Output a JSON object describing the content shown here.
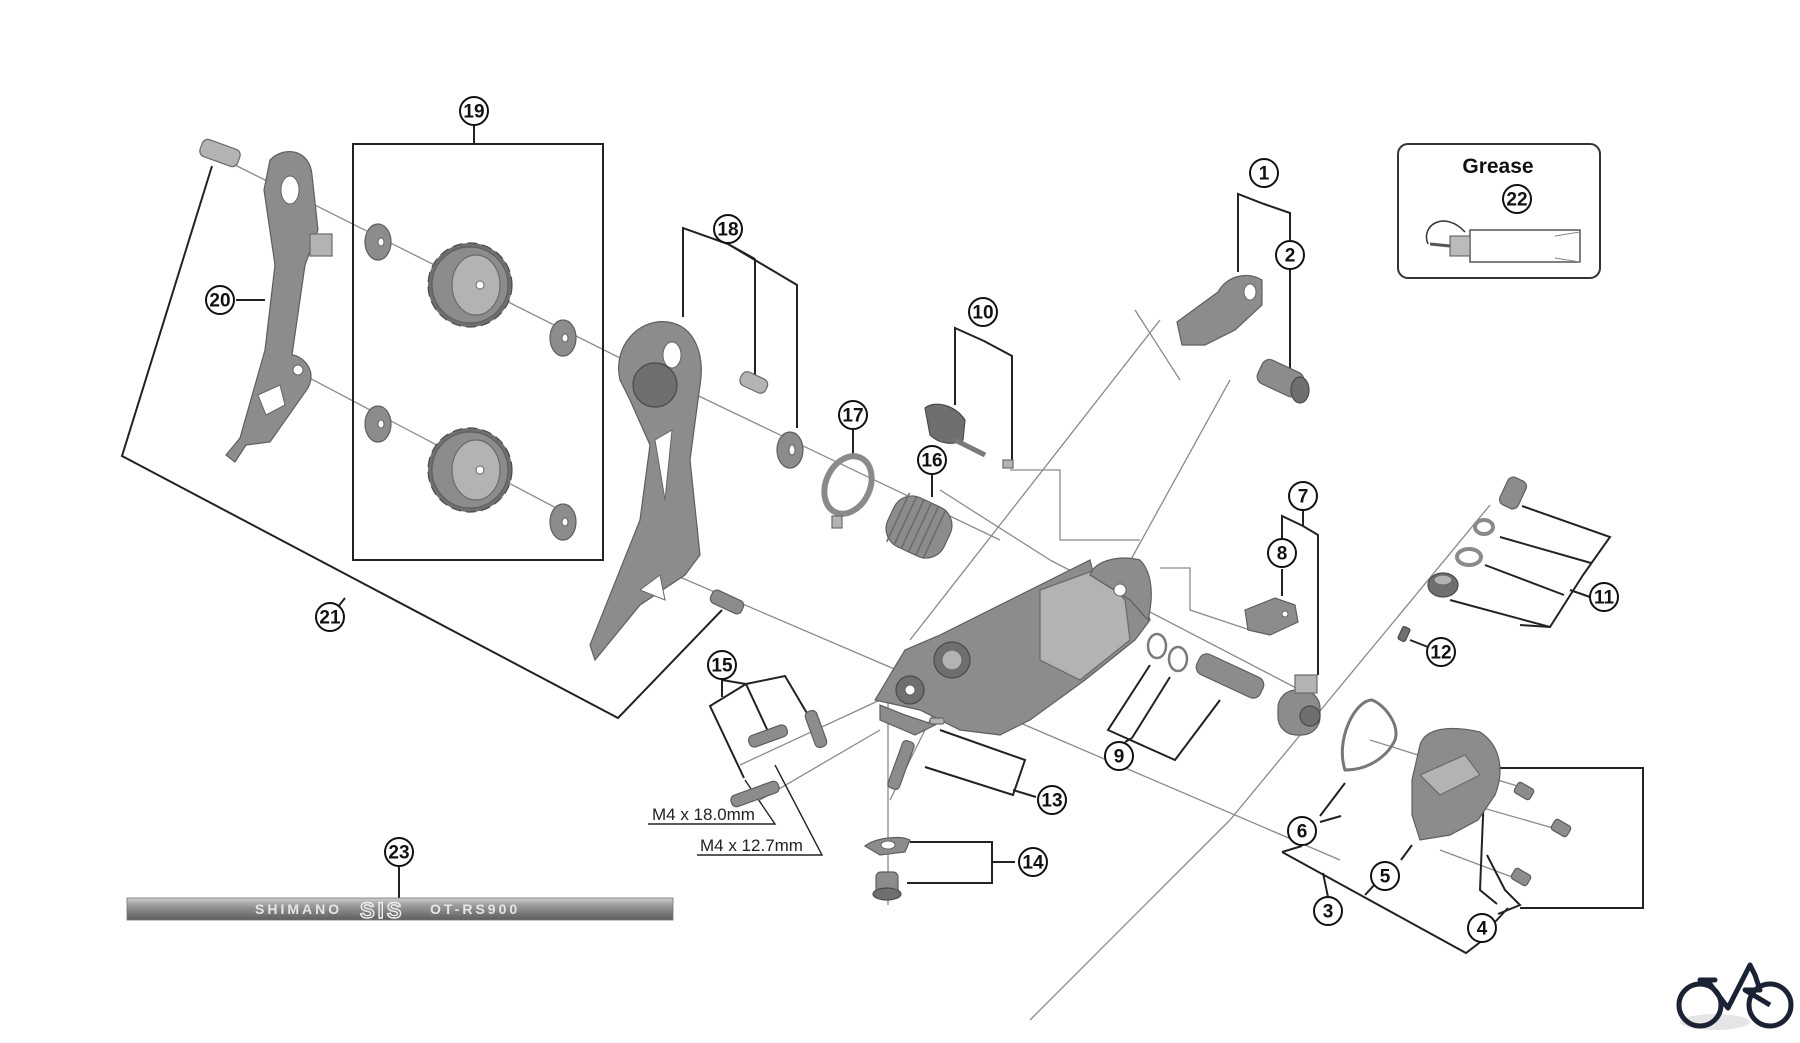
{
  "diagram": {
    "title": "Rear derailleur exploded parts diagram",
    "callouts": [
      "1",
      "2",
      "3",
      "4",
      "5",
      "6",
      "7",
      "8",
      "9",
      "10",
      "11",
      "12",
      "13",
      "14",
      "15",
      "16",
      "17",
      "18",
      "19",
      "20",
      "21",
      "22",
      "23"
    ],
    "grease_box": {
      "title": "Grease",
      "callout": "22"
    },
    "dimensions": {
      "bolt_long": "M4 x 18.0mm",
      "bolt_short": "M4 x 12.7mm"
    },
    "cable_housing": {
      "brand": "SHIMANO",
      "logo": "SIS",
      "model": "OT-RS900"
    },
    "logo": {
      "name": "bicycle-logo-icon"
    },
    "colors": {
      "part_gray": "#8c8c8c",
      "line": "#222222",
      "logo": "#1b2233"
    }
  }
}
